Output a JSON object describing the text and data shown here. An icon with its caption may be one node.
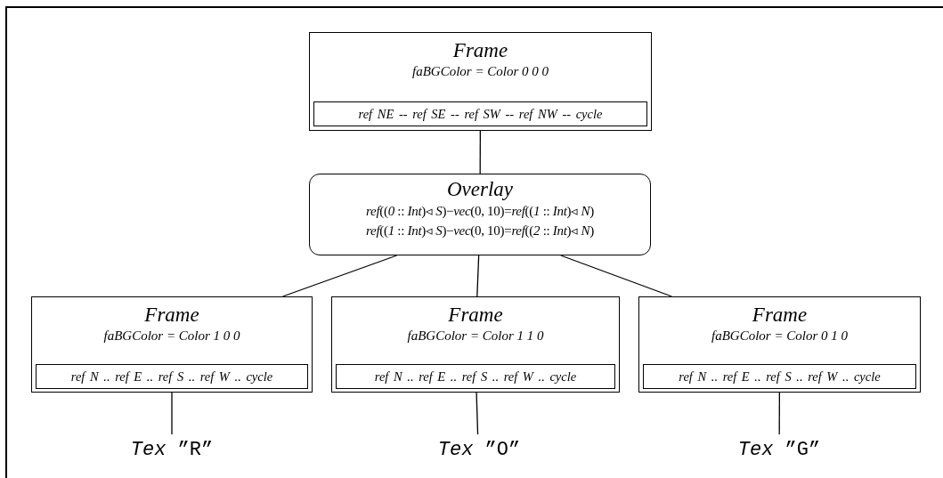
{
  "diagram": {
    "nodes": [
      {
        "text": [
          "Frame",
          "faBGColor = Color 0 0 0"
        ]
      },
      {
        "text": [
          "ref NE -- ref SE -- ref SW -- ref NW -- cycle"
        ],
        "in": 0
      },
      {
        "text": [
          "Overlay",
          "*ref*((*0* :: *Int*)◃ *S*)−*vec*(0, 10)=*ref*((*1* :: *Int*)◃ *N*)",
          "*ref*((*1* :: *Int*)◃ *S*)−*vec*(0, 10)=*ref*((*2* :: *Int*)◃ *N*)"
        ]
      },
      {
        "text": [
          "Frame",
          "faBGColor = Color 1 0 0"
        ]
      },
      {
        "text": [
          "ref N .. ref E .. ref S .. ref W .. cycle"
        ],
        "in": 3
      },
      {
        "text": [
          "Frame",
          "faBGColor = Color 1 1 0"
        ]
      },
      {
        "text": [
          "ref N .. ref E .. ref S .. ref W .. cycle"
        ],
        "in": 5
      },
      {
        "text": [
          "Frame",
          "faBGColor = Color 0 1 0"
        ]
      },
      {
        "text": [
          "ref N .. ref E .. ref S .. ref W .. cycle"
        ],
        "in": 7
      },
      {
        "text": [
          "*Tex* ”R”"
        ]
      },
      {
        "text": [
          "*Tex* ”O”"
        ]
      },
      {
        "text": [
          "*Tex* ”G”"
        ]
      }
    ],
    "edges": [
      {
        "from": 0,
        "to": 2,
        "arrow": "none"
      },
      {
        "from": 2,
        "to": 3,
        "arrow": "none"
      },
      {
        "from": 2,
        "to": 5,
        "arrow": "none"
      },
      {
        "from": 2,
        "to": 7,
        "arrow": "none"
      },
      {
        "from": 3,
        "to": 9,
        "arrow": "none"
      },
      {
        "from": 5,
        "to": 10,
        "arrow": "none"
      },
      {
        "from": 7,
        "to": 11,
        "arrow": "none"
      }
    ]
  }
}
